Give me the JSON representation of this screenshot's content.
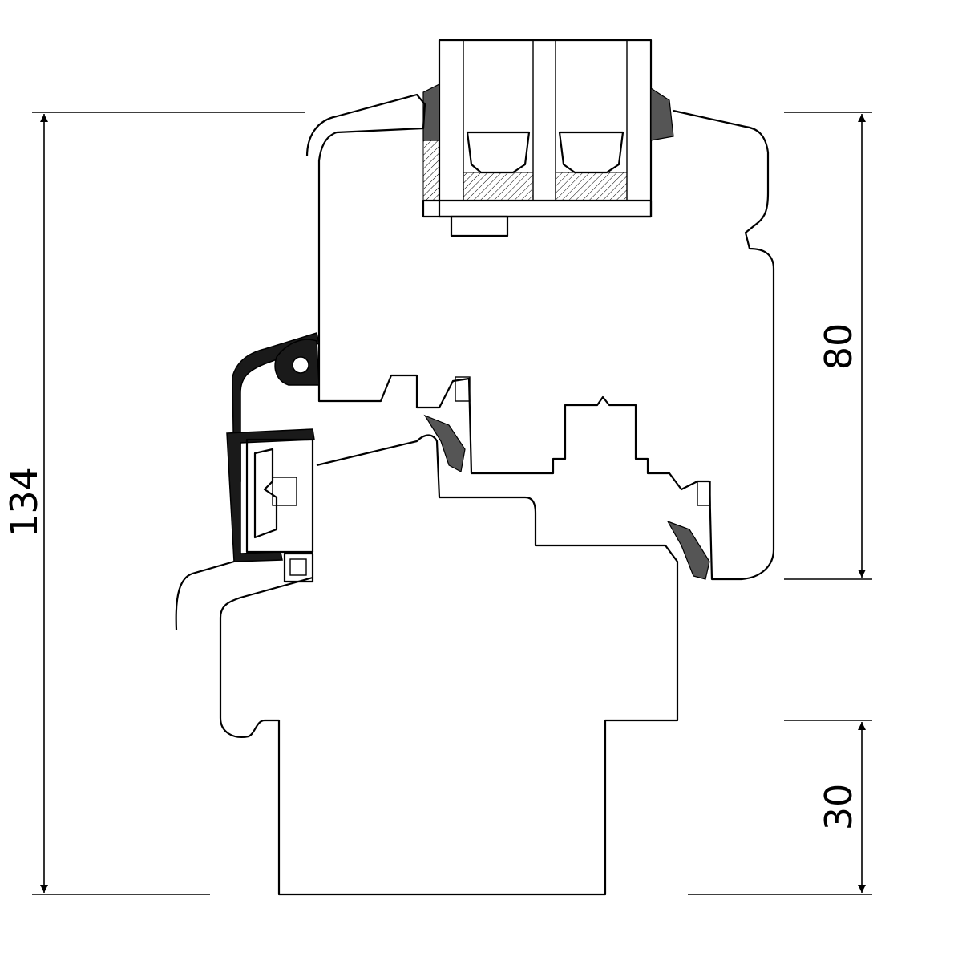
{
  "drawing": {
    "dimensions": {
      "overall_height": "134",
      "sash_height": "80",
      "frame_bottom": "30"
    },
    "colors": {
      "line": "#000000",
      "background": "#ffffff",
      "seal": "#1a1a1a"
    }
  }
}
